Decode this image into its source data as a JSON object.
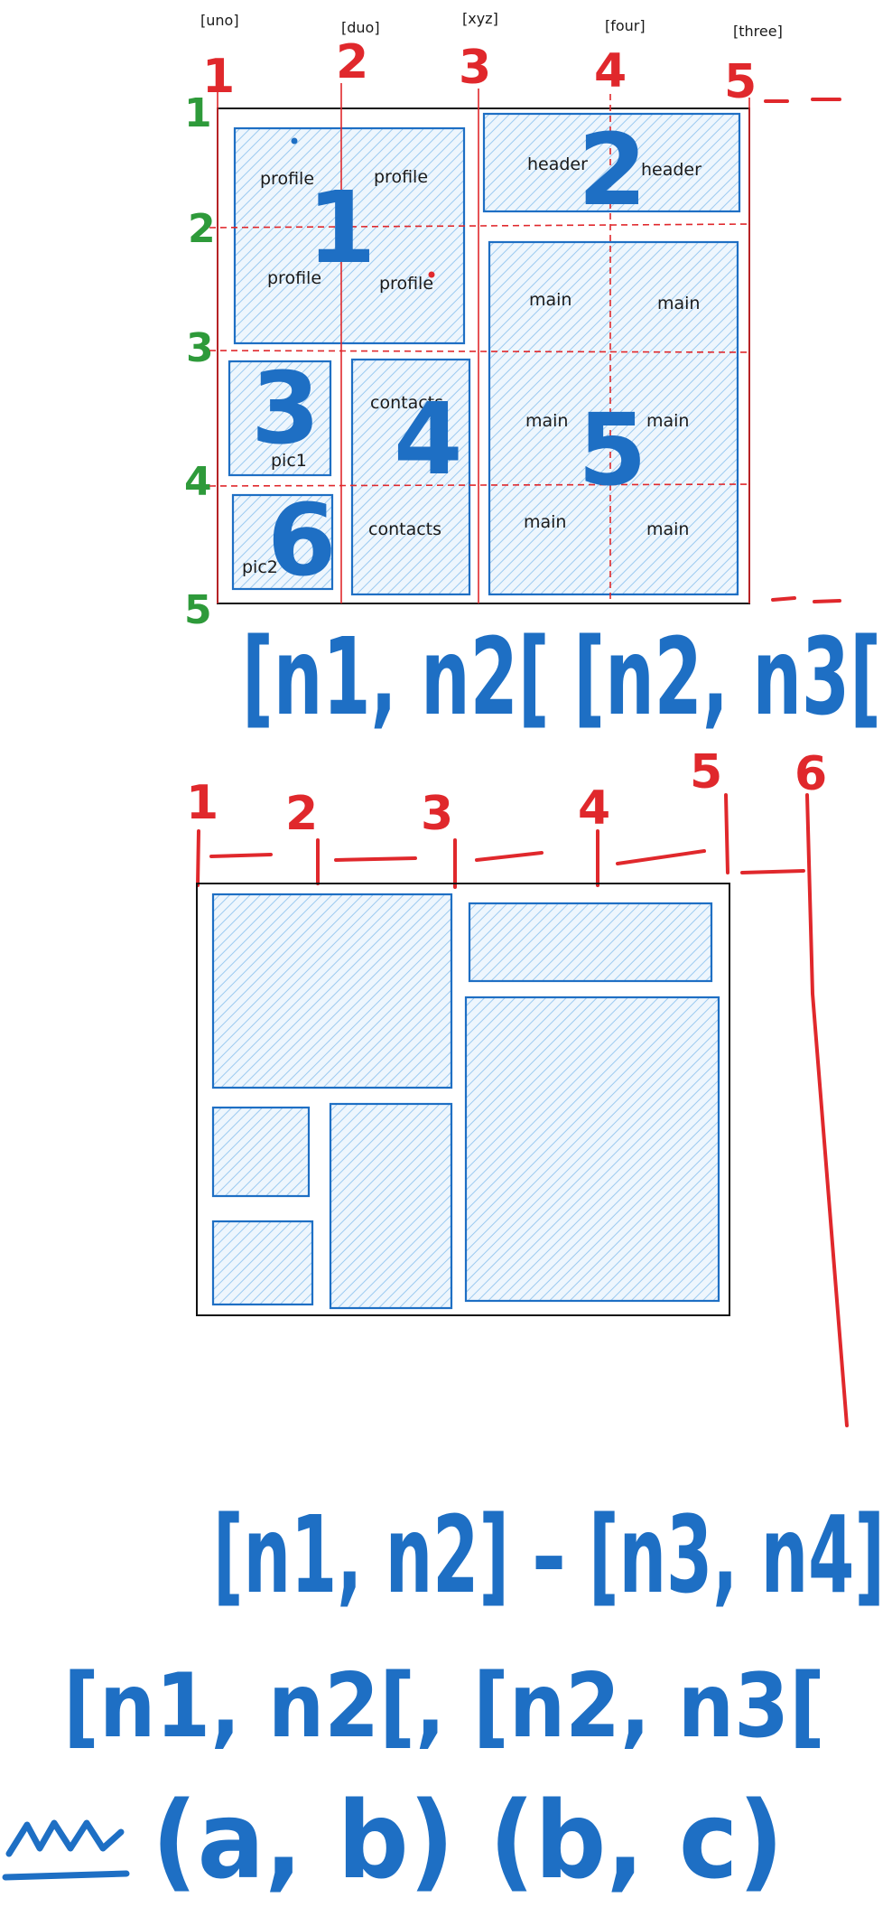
{
  "line_names": [
    "[uno]",
    "[duo]",
    "[xyz]",
    "[four]",
    "[three]"
  ],
  "column_numbers_top": [
    "1",
    "2",
    "3",
    "4",
    "5"
  ],
  "row_numbers": [
    "1",
    "2",
    "3",
    "4",
    "5"
  ],
  "column_numbers_bottom": [
    "1",
    "2",
    "3",
    "4",
    "5",
    "6"
  ],
  "area_numbers": [
    "1",
    "2",
    "3",
    "4",
    "5",
    "6"
  ],
  "cell_labels": {
    "profile": "profile",
    "header": "header",
    "main": "main",
    "contacts": "contacts",
    "pic1": "pic1",
    "pic2": "pic2"
  },
  "notation": {
    "half_open_ranges": "[n1, n2[ [n2, n3[",
    "closed_ranges": "[n1, n2] – [n3, n4]",
    "half_open_ranges_2": "[n1, n2[, [n2, n3[",
    "pairs": "(a, b) (b, c)"
  },
  "colors": {
    "blue": "#1e6fc4",
    "red": "#e0282c",
    "green": "#2e9a3a",
    "hatch": "#9ccaf0"
  }
}
